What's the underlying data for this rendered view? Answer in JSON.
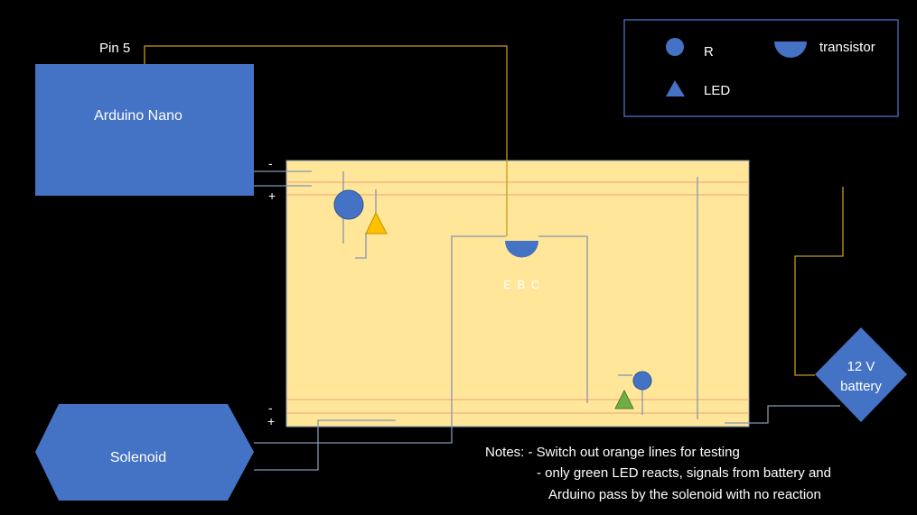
{
  "colors": {
    "background": "#000000",
    "component_blue": "#4472c4",
    "breadboard": "#ffe699",
    "rail_line": "#f4b183",
    "wire_blue": "#8497b0",
    "wire_gold": "#c59a1c",
    "led_yellow": "#ffc000",
    "led_green": "#70ad47",
    "legend_border": "#4472c4"
  },
  "labels": {
    "pin": "Pin 5",
    "arduino": "Arduino Nano",
    "top_minus": "-",
    "top_plus": "+",
    "bottom_minus": "-",
    "bottom_plus": "+",
    "transistor_pins": "E B C",
    "solenoid": "Solenoid",
    "battery_line1": "12 V",
    "battery_line2": "battery"
  },
  "legend": {
    "resistor": "R",
    "transistor": "transistor",
    "led": "LED"
  },
  "notes": {
    "line1": "Notes: - Switch out orange lines for testing",
    "line2": "- only green LED reacts, signals from battery and",
    "line3": "Arduino pass by the solenoid with no reaction"
  }
}
